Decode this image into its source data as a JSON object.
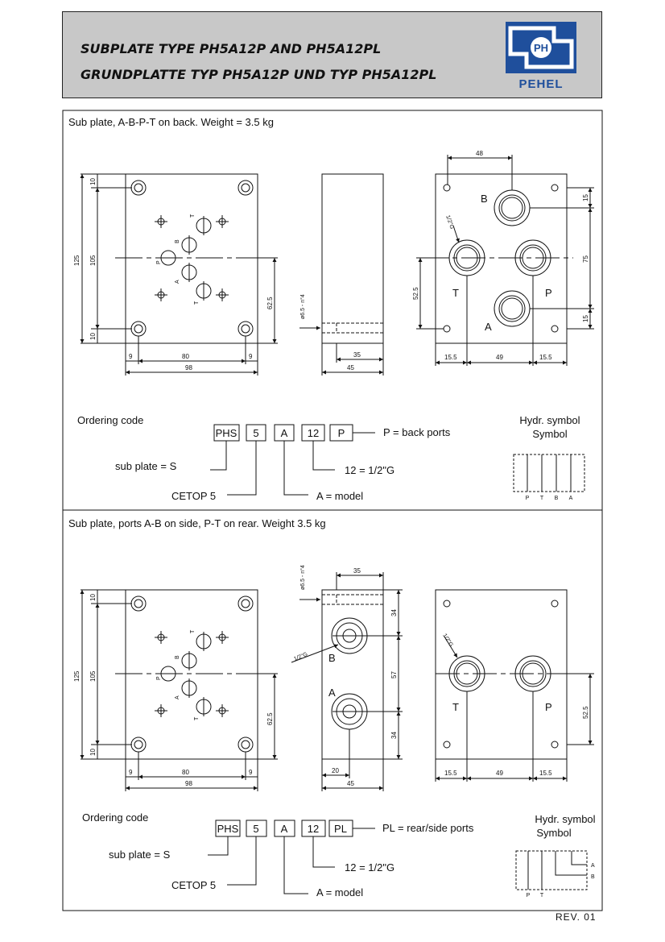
{
  "header": {
    "title_line1": "SUBPLATE TYPE PH5A12P AND PH5A12PL",
    "title_line2": "GRUNDPLATTE TYP PH5A12P UND TYP PH5A12PL",
    "logo_mark": "PH",
    "logo_text": "PEHEL",
    "brand_color": "#1f4f9c"
  },
  "section1": {
    "caption": "Sub plate, A-B-P-T on back. Weight = 3.5 kg",
    "front": {
      "port_T": "T",
      "port_B": "B",
      "port_P": "P",
      "port_A": "A",
      "dim_10a": "10",
      "dim_125": "125",
      "dim_105": "105",
      "dim_62_5": "62.5",
      "dim_10b": "10",
      "dim_9a": "9",
      "dim_80": "80",
      "dim_9b": "9",
      "dim_98": "98"
    },
    "side": {
      "dim_hole": "ø6.5 - n°4",
      "dim_35": "35",
      "dim_45": "45"
    },
    "back": {
      "dim_48": "48",
      "port_B": "B",
      "thread": "1/2\"G",
      "dim_15a": "15",
      "dim_75": "75",
      "dim_52_5": "52.5",
      "port_T": "T",
      "port_P": "P",
      "port_A": "A",
      "dim_15b": "15",
      "dim_15_5a": "15.5",
      "dim_49": "49",
      "dim_15_5b": "15.5"
    },
    "ordering": {
      "title": "Ordering code",
      "codes": [
        "PHS",
        "5",
        "A",
        "12",
        "P"
      ],
      "desc_p": "P = back ports",
      "desc_sub": "sub plate = S",
      "desc_thread": "12 = 1/2\"G",
      "desc_cetop": "CETOP 5",
      "desc_model": "A = model"
    },
    "symbol": {
      "title1": "Hydr. symbol",
      "title2": "Symbol",
      "ports": [
        "P",
        "T",
        "B",
        "A"
      ]
    }
  },
  "section2": {
    "caption": "Sub plate, ports A-B on side, P-T on rear. Weight 3.5 kg",
    "front": {
      "port_T": "T",
      "port_B": "B",
      "port_P": "P",
      "port_A": "A",
      "dim_10a": "10",
      "dim_125": "125",
      "dim_105": "105",
      "dim_62_5": "62.5",
      "dim_10b": "10",
      "dim_9a": "9",
      "dim_80": "80",
      "dim_9b": "9",
      "dim_98": "98"
    },
    "side": {
      "dim_hole": "ø6.5 - n°4",
      "dim_35": "35",
      "thread": "1/2\"G",
      "port_B": "B",
      "port_A": "A",
      "dim_34a": "34",
      "dim_57": "57",
      "dim_34b": "34",
      "dim_20": "20",
      "dim_45": "45"
    },
    "back": {
      "thread": "1/2\"G",
      "port_T": "T",
      "port_P": "P",
      "dim_52_5": "52.5",
      "dim_15_5a": "15.5",
      "dim_49": "49",
      "dim_15_5b": "15.5"
    },
    "ordering": {
      "title": "Ordering code",
      "codes": [
        "PHS",
        "5",
        "A",
        "12",
        "PL"
      ],
      "desc_pl": "PL = rear/side ports",
      "desc_sub": "sub plate = S",
      "desc_thread": "12 = 1/2\"G",
      "desc_cetop": "CETOP 5",
      "desc_model": "A = model"
    },
    "symbol": {
      "title1": "Hydr. symbol",
      "title2": "Symbol",
      "port_A": "A",
      "port_B": "B",
      "port_P": "P",
      "port_T": "T"
    }
  },
  "footer": {
    "revision": "REV. 01"
  }
}
